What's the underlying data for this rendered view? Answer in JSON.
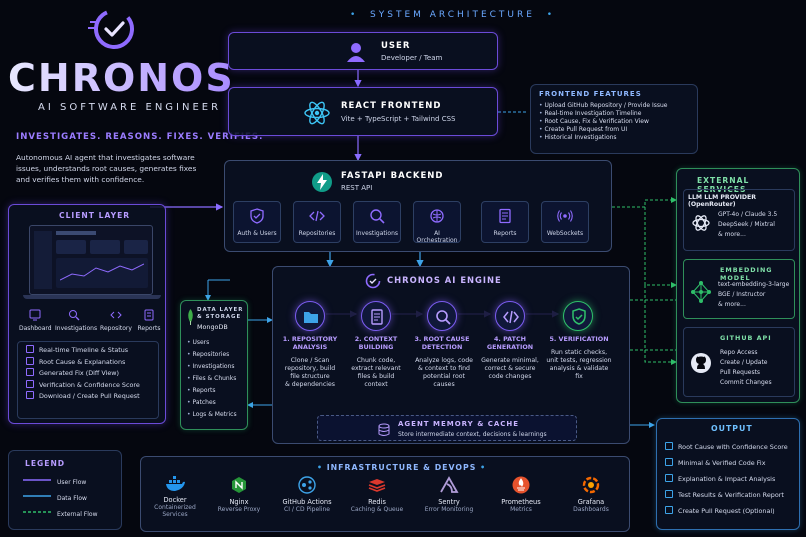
{
  "brand": {
    "name": "CHRONOS",
    "subtitle": "AI SOFTWARE ENGINEER",
    "tagline": "INVESTIGATES. REASONS. FIXES. VERIFIES.",
    "description": "Autonomous AI agent that investigates software issues, understands root causes, generates fixes and verifies them with confidence."
  },
  "title": "SYSTEM ARCHITECTURE",
  "user": {
    "title": "USER",
    "sub": "Developer / Team"
  },
  "frontend": {
    "title": "REACT FRONTEND",
    "sub": "Vite + TypeScript + Tailwind CSS"
  },
  "frontend_features": {
    "title": "FRONTEND FEATURES",
    "items": [
      "Upload GitHub Repository / Provide Issue",
      "Real-time Investigation Timeline",
      "Root Cause, Fix & Verification View",
      "Create Pull Request from UI",
      "Historical Investigations"
    ]
  },
  "backend": {
    "title": "FASTAPI BACKEND",
    "sub": "REST API",
    "modules": [
      "Auth & Users",
      "Repositories",
      "Investigations",
      "AI Orchestration",
      "Reports",
      "WebSockets"
    ]
  },
  "client": {
    "title": "CLIENT LAYER",
    "tabs": [
      "Dashboard",
      "Investigations",
      "Repository",
      "Reports"
    ],
    "features": [
      "Real-time Timeline & Status",
      "Root Cause & Explanations",
      "Generated Fix (Diff View)",
      "Verification & Confidence Score",
      "Download / Create Pull Request"
    ]
  },
  "storage": {
    "title1": "DATA LAYER",
    "title2": "& STORAGE",
    "db": "MongoDB",
    "items": [
      "Users",
      "Repositories",
      "Investigations",
      "Files & Chunks",
      "Reports",
      "Patches",
      "Logs & Metrics"
    ]
  },
  "engine": {
    "title": "CHRONOS AI ENGINE",
    "steps": [
      {
        "title1": "1. REPOSITORY",
        "title2": "ANALYSIS",
        "desc": [
          "Clone / Scan",
          "repository, build",
          "file structure",
          "& dependencies"
        ]
      },
      {
        "title1": "2. CONTEXT",
        "title2": "BUILDING",
        "desc": [
          "Chunk code,",
          "extract relevant",
          "files & build",
          "context"
        ]
      },
      {
        "title1": "3. ROOT CAUSE",
        "title2": "DETECTION",
        "desc": [
          "Analyze logs, code",
          "& context to find",
          "potential root",
          "causes"
        ]
      },
      {
        "title1": "4. PATCH",
        "title2": "GENERATION",
        "desc": [
          "Generate minimal,",
          "correct & secure",
          "code changes"
        ]
      },
      {
        "title1": "5. VERIFICATION",
        "title2": "",
        "desc": [
          "Run static checks,",
          "unit tests, regression",
          "analysis & validate",
          "fix"
        ]
      }
    ],
    "memory": {
      "title": "AGENT MEMORY & CACHE",
      "sub": "Store intermediate context, decisions & learnings"
    }
  },
  "external": {
    "title": "EXTERNAL SERVICES",
    "llm": {
      "title": "LLM LLM PROVIDER (OpenRouter)",
      "items": [
        "GPT-4o / Claude 3.5",
        "DeepSeek / Mixtral",
        "& more..."
      ]
    },
    "embedding": {
      "title": "EMBEDDING MODEL",
      "items": [
        "text-embedding-3-large",
        "BGE / Instructor",
        "& more..."
      ]
    },
    "github": {
      "title": "GITHUB API",
      "items": [
        "Repo Access",
        "Create / Update",
        "Pull Requests",
        "Commit Changes"
      ]
    }
  },
  "output": {
    "title": "OUTPUT",
    "items": [
      "Root Cause with Confidence Score",
      "Minimal & Verified Code Fix",
      "Explanation & Impact Analysis",
      "Test Results & Verification Report",
      "Create Pull Request (Optional)"
    ]
  },
  "legend": {
    "title": "LEGEND",
    "items": [
      "User Flow",
      "Data Flow",
      "External Flow"
    ]
  },
  "infra": {
    "title": "INFRASTRUCTURE & DEVOPS",
    "items": [
      {
        "name": "Docker",
        "desc1": "Containerized",
        "desc2": "Services"
      },
      {
        "name": "Nginx",
        "desc1": "Reverse Proxy",
        "desc2": ""
      },
      {
        "name": "GitHub Actions",
        "desc1": "CI / CD Pipeline",
        "desc2": ""
      },
      {
        "name": "Redis",
        "desc1": "Caching & Queue",
        "desc2": ""
      },
      {
        "name": "Sentry",
        "desc1": "Error Monitoring",
        "desc2": ""
      },
      {
        "name": "Prometheus",
        "desc1": "Metrics",
        "desc2": ""
      },
      {
        "name": "Grafana",
        "desc1": "Dashboards",
        "desc2": ""
      }
    ]
  },
  "colors": {
    "accent": "#7b5cf0",
    "data": "#3da3e8",
    "external": "#2fbf6a"
  }
}
